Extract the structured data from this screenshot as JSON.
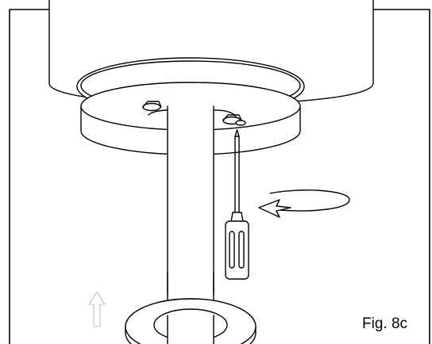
{
  "figure": {
    "caption": "Fig. 8c",
    "parts": [
      "ceiling-canopy",
      "mounting-plate",
      "mounting-screws",
      "downrod",
      "screwdriver",
      "rotation-arrow",
      "up-arrow",
      "canopy-cover-ring"
    ],
    "colors": {
      "line": "#000000",
      "fill": "#ffffff",
      "faint_arrow": "#bfbfbf"
    }
  }
}
